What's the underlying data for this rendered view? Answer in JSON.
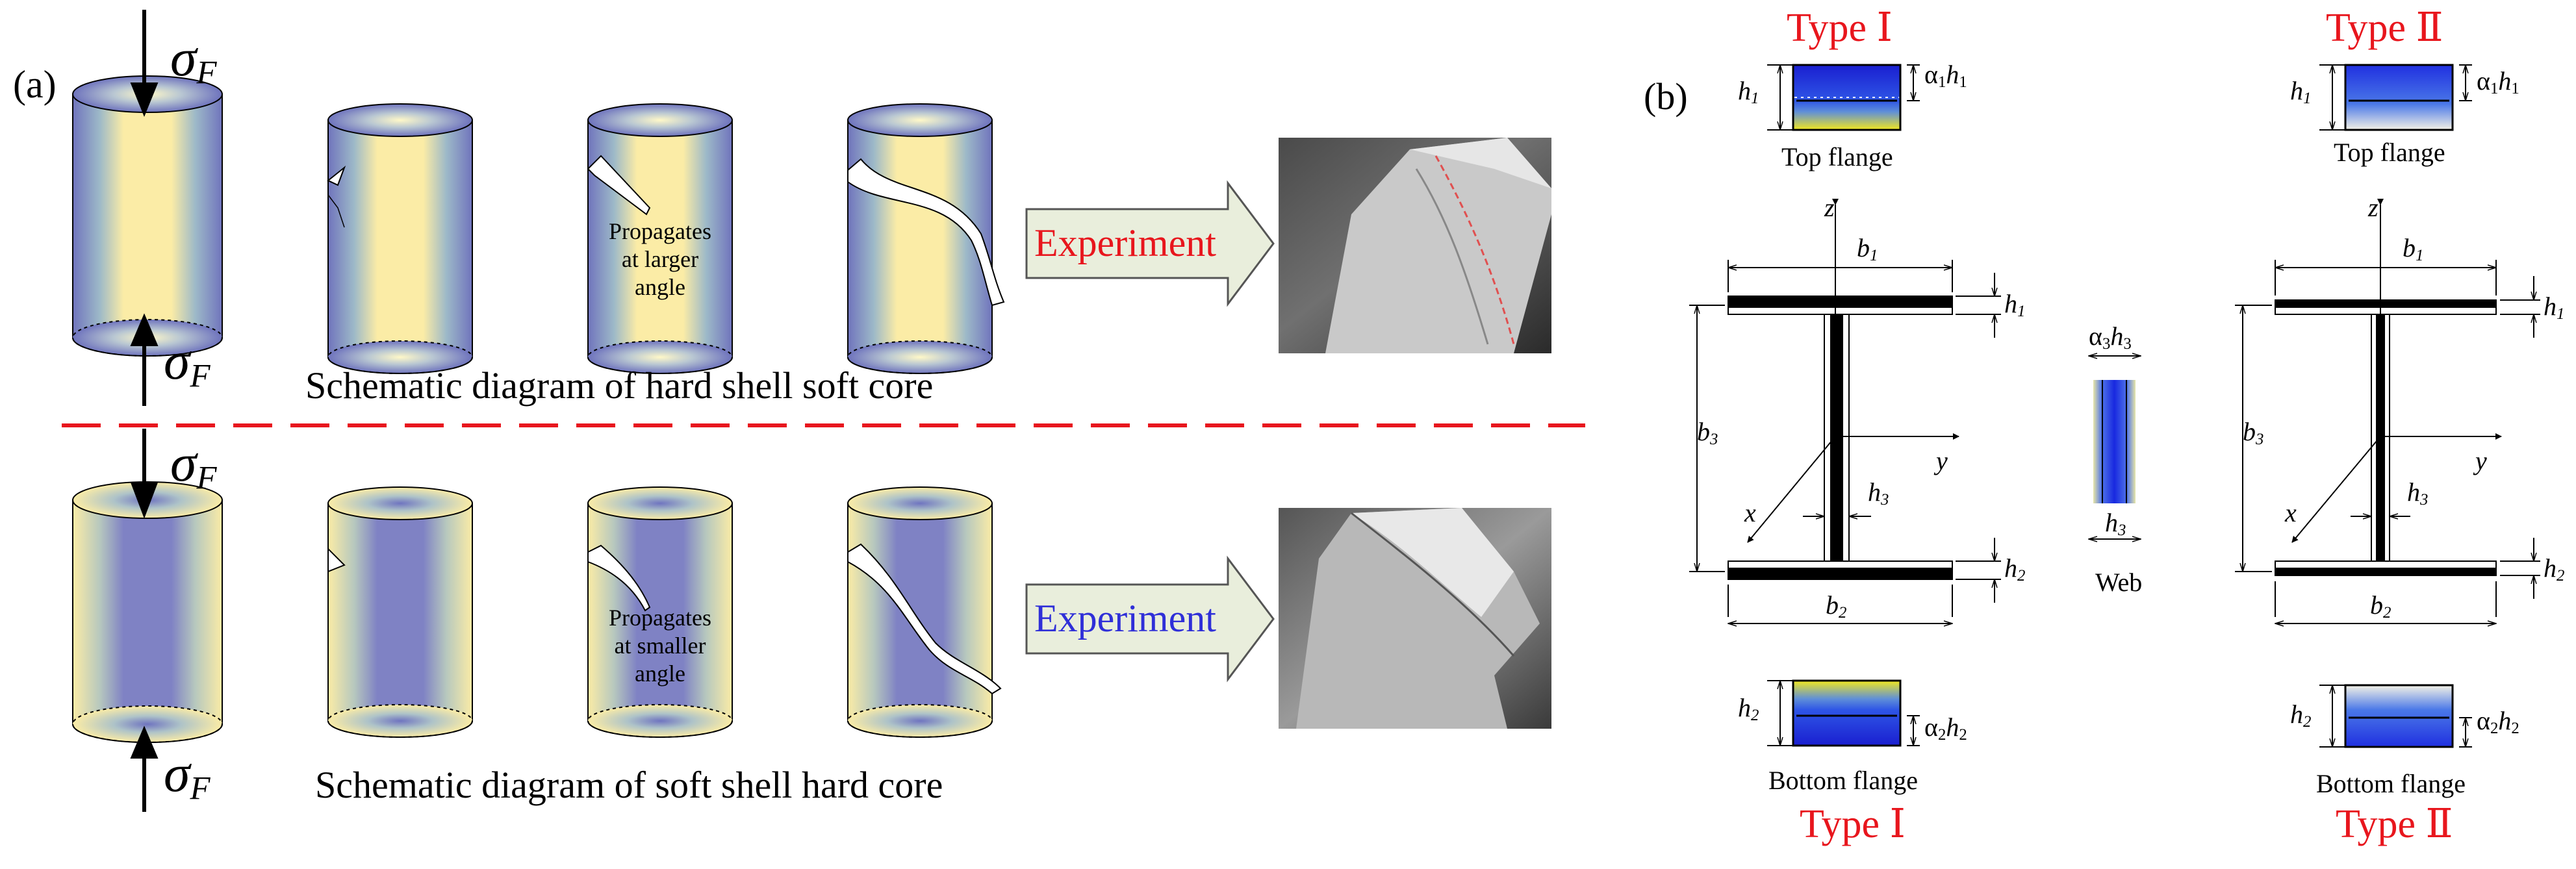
{
  "panel_a": {
    "label": "(a)",
    "sigma": "σ",
    "sigma_sub": "F",
    "propagates_larger": [
      "Propagates",
      "at larger",
      "angle"
    ],
    "propagates_smaller": [
      "Propagates",
      "at smaller",
      "angle"
    ],
    "experiment_top": "Experiment",
    "experiment_bottom": "Experiment",
    "caption_top": "Schematic diagram of hard shell soft core",
    "caption_bottom": "Schematic diagram of soft shell hard core",
    "colors": {
      "yellow": "#fbeca6",
      "purple": "#7f82c4",
      "red_dash": "#e8161d",
      "arrow_fill": "#e9eedc"
    }
  },
  "panel_b": {
    "label": "(b)",
    "type1": "Type Ⅰ",
    "type2": "Type Ⅱ",
    "top_flange": "Top flange",
    "bottom_flange": "Bottom flange",
    "web": "Web",
    "alpha": "α",
    "h": "h",
    "b": "b",
    "sub1": "1",
    "sub2": "2",
    "sub3": "3",
    "axis_x": "x",
    "axis_y": "y",
    "axis_z": "z",
    "colors": {
      "blue": "#1a2de0",
      "yellow": "#f2e81e",
      "red_title": "#e8161d"
    }
  }
}
